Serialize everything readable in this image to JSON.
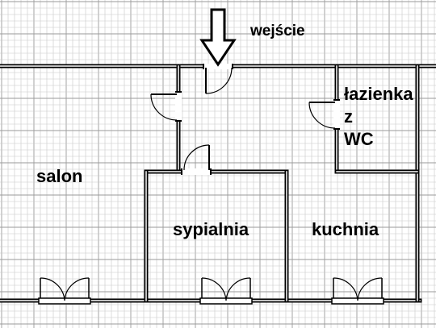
{
  "labels": {
    "entrance": "wejście",
    "salon": "salon",
    "bedroom": "sypialnia",
    "kitchen": "kuchnia",
    "bathroom": [
      "łazienka",
      "z",
      "WC"
    ]
  },
  "colors": {
    "grid_fine": "#c8c8c8",
    "grid_major": "#9a9a9a",
    "wall": "#000000",
    "wall_fill": "#ffffff"
  },
  "icons": {
    "entrance_arrow": "arrow-down-icon"
  }
}
